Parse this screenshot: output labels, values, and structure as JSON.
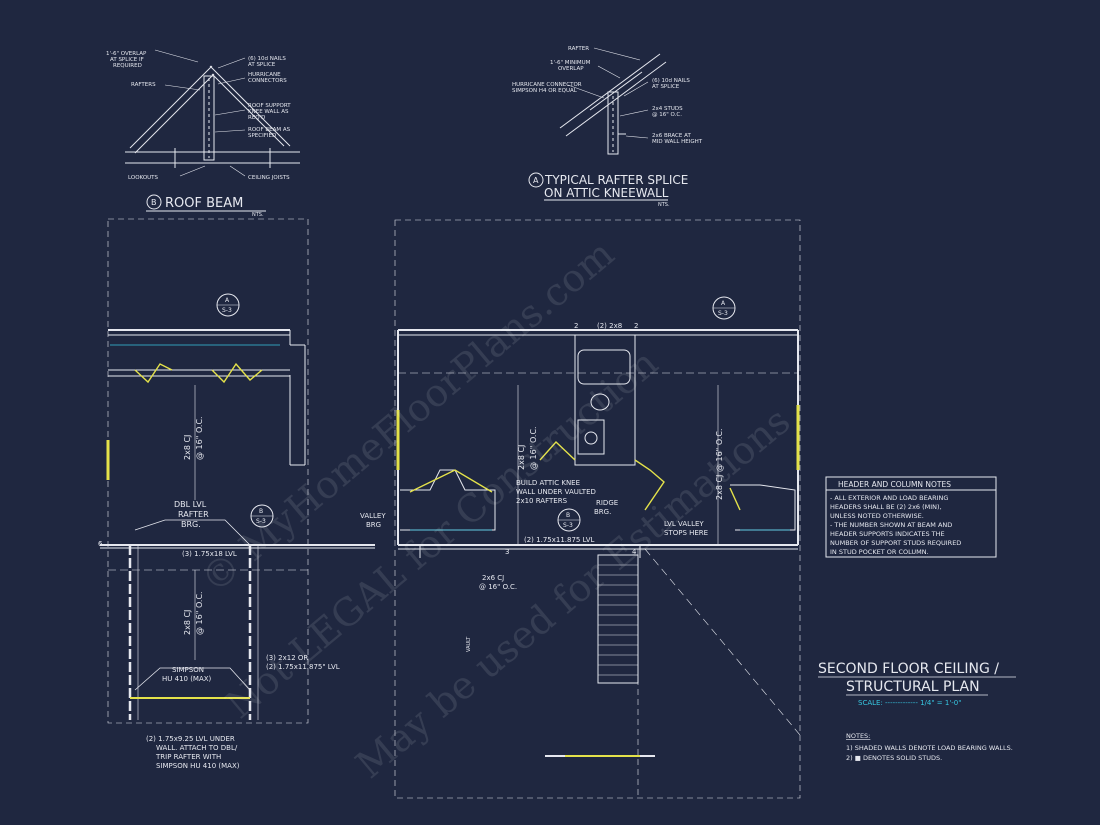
{
  "colors": {
    "bg": "#1f2740",
    "line": "#e6e8ef",
    "accent": "#e4e24a",
    "cyan": "#37c6e0"
  },
  "detail_b": {
    "labels": [
      "1'-6\" OVERLAP",
      "AT SPLICE IF",
      "REQUIRED",
      "RAFTERS",
      "(6) 10d NAILS",
      "AT SPLICE",
      "HURRICANE",
      "CONNECTORS",
      "ROOF SUPPORT",
      "KNEE WALL AS",
      "REQ'D",
      "ROOF BEAM AS",
      "SPECIFIED",
      "LOOKOUTS",
      "CEILING JOISTS"
    ],
    "marker": "B",
    "title": "ROOF BEAM",
    "scale": "NTS."
  },
  "detail_a": {
    "labels": [
      "RAFTER",
      "1'-6\" MINIMUM",
      "OVERLAP",
      "HURRICANE CONNECTOR",
      "SIMPSON H4 OR EQUAL",
      "(6) 10d NAILS",
      "AT SPLICE",
      "2x4 STUDS",
      "@ 16\" O.C.",
      "2x6 BRACE AT",
      "MID WALL HEIGHT"
    ],
    "marker": "A",
    "title_line1": "TYPICAL RAFTER SPLICE",
    "title_line2": "ON ATTIC KNEEWALL",
    "scale": "NTS."
  },
  "section_tags": {
    "a": "A",
    "b": "B",
    "sheet": "S-3"
  },
  "left_plan": {
    "cj_top": "2x8 CJ",
    "cj_top_spacing": "@ 16\" O.C.",
    "dbl_lvl": [
      "DBL LVL",
      "RAFTER",
      "BRG."
    ],
    "valley": [
      "VALLEY",
      "BRG"
    ],
    "beam": "(3) 1.75x18 LVL",
    "cj_bot": "2x8 CJ",
    "cj_bot_spacing": "@ 16\" O.C.",
    "hanger": [
      "SIMPSON",
      "HU 410 (MAX)"
    ],
    "alt_beam": [
      "(3) 2x12 OR",
      "(2) 1.75x11.875\" LVL"
    ],
    "note": [
      "(2) 1.75x9.25 LVL UNDER",
      "WALL. ATTACH TO DBL/",
      "TRIP RAFTER WITH",
      "SIMPSON HU 410 (MAX)"
    ],
    "post": "6"
  },
  "right_plan": {
    "top_header": "(2) 2x8",
    "post_top": "2",
    "cj_mid": "2x8 CJ",
    "cj_mid_spacing": "@ 16\" O.C.",
    "cj_right": "2x8 CJ @ 16\" O.C.",
    "knee": [
      "BUILD ATTIC KNEE",
      "WALL UNDER VAULTED",
      "2x10 RAFTERS"
    ],
    "ridge": [
      "RIDGE",
      "BRG."
    ],
    "lvl_valley": [
      "LVL VALLEY",
      "STOPS HERE"
    ],
    "beam": "(2) 1.75x11.875 LVL",
    "post_a": "3",
    "post_b": "4",
    "cj_low": "2x6 CJ",
    "cj_low_spacing": "@ 16\" O.C.",
    "vault": "VAULT"
  },
  "watermark": [
    "© MyHomeFloorPlans.com",
    "Not LEGAL for Construction",
    "May be used for Estimations"
  ],
  "header_notes": {
    "title": "HEADER AND COLUMN NOTES",
    "lines": [
      "- ALL EXTERIOR AND LOAD BEARING",
      "HEADERS SHALL BE (2) 2x6 (MIN),",
      "UNLESS NOTED OTHERWISE.",
      "- THE NUMBER SHOWN AT BEAM AND",
      "HEADER SUPPORTS INDICATES THE",
      "NUMBER OF SUPPORT STUDS REQUIRED",
      "IN STUD POCKET OR COLUMN."
    ]
  },
  "plan_title": {
    "line1": "SECOND FLOOR CEILING /",
    "line2": "STRUCTURAL PLAN",
    "scale_label": "SCALE: ------------- 1/4\" = 1'-0\""
  },
  "notes": {
    "title": "NOTES:",
    "lines": [
      "1) SHADED WALLS DENOTE LOAD BEARING WALLS.",
      "2) ■ DENOTES SOLID STUDS."
    ]
  }
}
